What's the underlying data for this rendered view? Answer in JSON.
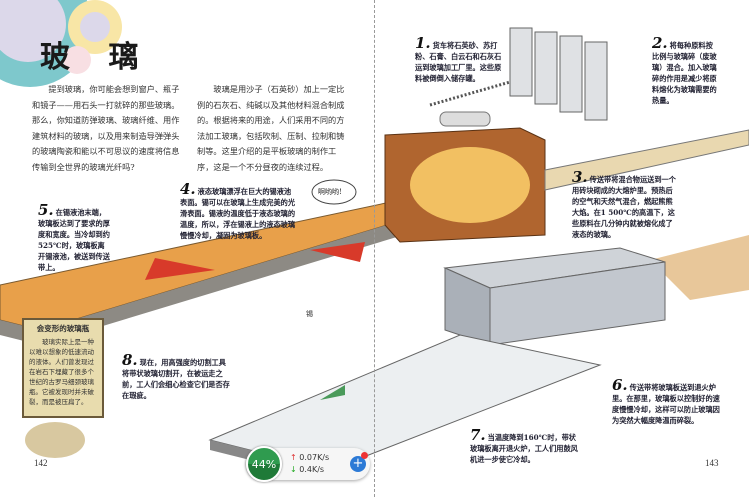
{
  "title": "玻 璃",
  "intro_left": "提到玻璃，你可能会想到窗户、瓶子和镜子——用石头一打就碎的那些玻璃。那么，你知道防弹玻璃、玻璃纤维、用作建筑材料的玻璃，以及用来制造导弹弹头的玻璃陶瓷和能以不可思议的速度将信息传输到全世界的玻璃光纤吗?",
  "intro_right": "玻璃是用沙子（石英砂）加上一定比例的石灰石、纯碱以及其他材料混合制成的。根据将来的用途，人们采用不同的方法加工玻璃，包括吹制、压制、拉制和铸制等。这里介绍的是平板玻璃的制作工序，这是一个不分昼夜的连续过程。",
  "steps": [
    {
      "n": "1.",
      "text": "货车将石英砂、苏打粉、石膏、白云石和石灰石运到玻璃加工厂里。这些原料被倒倒入储存罐。"
    },
    {
      "n": "2.",
      "text": "将每种原料按比例与玻璃碎（废玻璃）混合。加入玻璃碎的作用是减少将原料熔化为玻璃需要的热量。"
    },
    {
      "n": "3.",
      "text": "传送带将混合物运送到一个用砖块砌成的大熔炉里。预热后的空气和天然气混合，燃起熊熊大焰。在1 500℃的高温下，这些原料在几分钟内就被熔化成了液态的玻璃。"
    },
    {
      "n": "4.",
      "text": "液态玻璃漂浮在巨大的锡液池表面。锡可以在玻璃上生成完美的光滑表面。锡液的温度低于液态玻璃的温度，所以，浮在锡液上的液态玻璃慢慢冷却，凝固为玻璃板。"
    },
    {
      "n": "5.",
      "text": "在锡液池末端，玻璃板达到了要求的厚度和宽度。当冷却到约525℃时，玻璃板离开锡液池，被送到传送带上。"
    },
    {
      "n": "6.",
      "text": "传送带将玻璃板送到退火炉里。在那里，玻璃板以控制好的速度慢慢冷却，这样可以防止玻璃因为突然大幅度降温而碎裂。"
    },
    {
      "n": "7.",
      "text": "当温度降到160℃时，带状玻璃板离开退火炉，工人们用鼓风机进一步使它冷却。"
    },
    {
      "n": "8.",
      "text": "现在，用高强度的切割工具将带状玻璃切割开，在被运走之前，工人们会细心检查它们是否存在瑕疵。"
    }
  ],
  "speech_bubble": "啊哟哟!",
  "tin_label": "锡",
  "sidebar_box": {
    "title": "会变形的玻璃瓶",
    "text": "玻璃实际上是一种以难以想象的低速流动的液体。人们曾发现过在岩石下埋藏了很多个世纪的古罗马细颈玻璃瓶。它被发现时并未破裂，而是被压扁了。"
  },
  "page_numbers": {
    "left": "142",
    "right": "143"
  },
  "net_widget": {
    "percent": "44%",
    "upload": "0.07K/s",
    "download": "0.4K/s"
  },
  "colors": {
    "gear_teal": "#7ec8cc",
    "gear_yellow": "#f8e6a6",
    "glass_orange": "#e8a04a",
    "furnace": "#b0652f",
    "widget_green": "#2f9b4f"
  }
}
